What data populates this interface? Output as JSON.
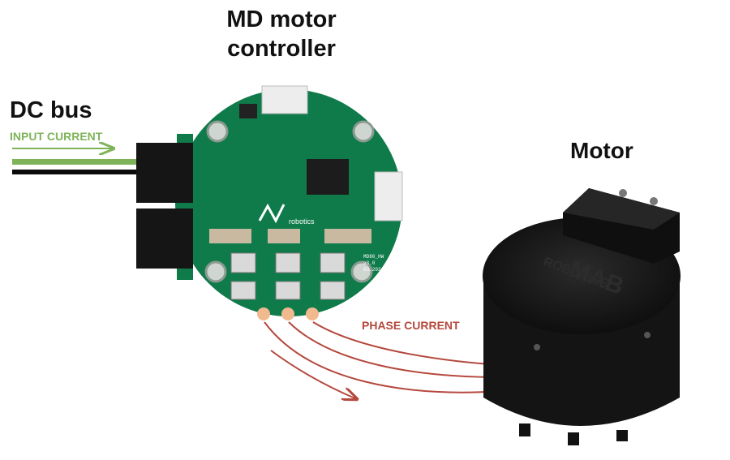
{
  "labels": {
    "controller_line1": "MD motor",
    "controller_line2": "controller",
    "dc_bus": "DC bus",
    "input_current": "INPUT CURRENT",
    "phase_current": "PHASE CURRENT",
    "motor": "Motor"
  },
  "board": {
    "brand": "robotics",
    "silk_marks": [
      "MD80_HW",
      "v3.0",
      "03.2024"
    ]
  },
  "motor_body": {
    "logo_line1": "MAB",
    "logo_line2": "ROBOTICS"
  },
  "colors": {
    "input_current": "#7fb35a",
    "phase_current": "#b5483d",
    "pcb_green": "#0f7a4a",
    "motor_black": "#161616"
  }
}
